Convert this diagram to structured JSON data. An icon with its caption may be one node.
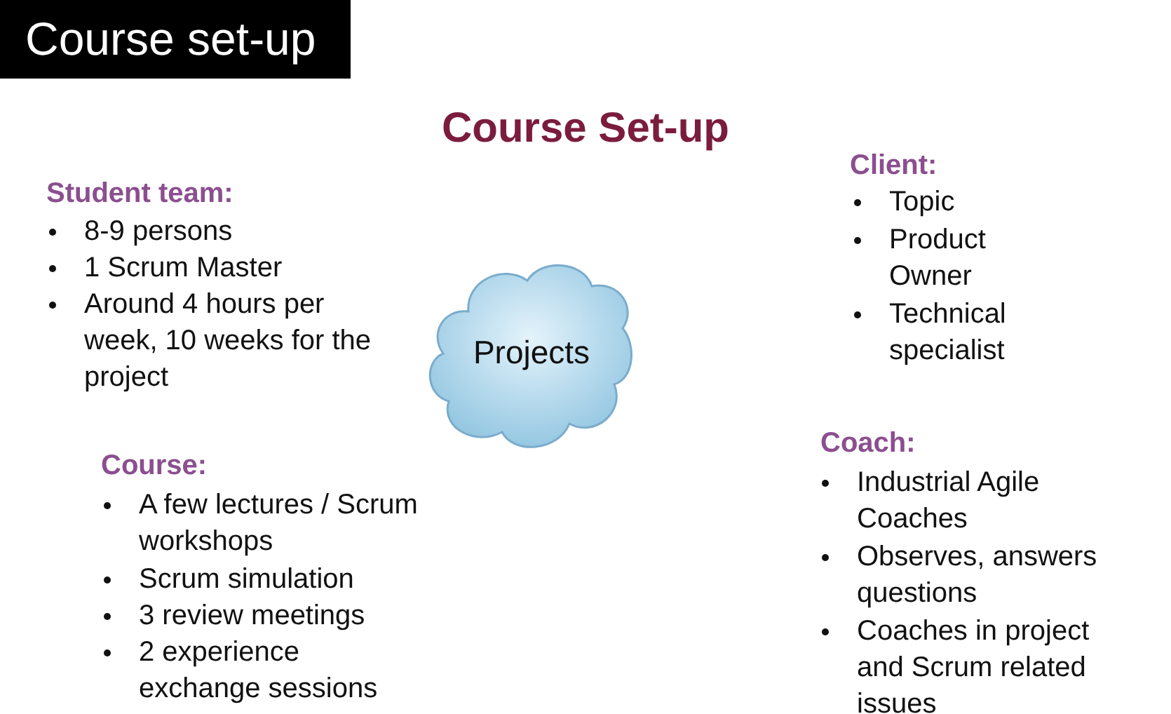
{
  "diagram": {
    "title": "Course Set-up",
    "nodes": [
      {
        "text": [
          "Course set-up"
        ]
      },
      {
        "text": [
          "Projects"
        ]
      }
    ],
    "edges": [],
    "labels": [
      "Student team:",
      "8-9 persons",
      "1 Scrum Master",
      "Around 4 hours per week, 10 weeks for the project",
      "Client:",
      "Topic",
      "Product Owner",
      "Technical specialist",
      "Course:",
      "A few lectures / Scrum workshops",
      "Scrum simulation",
      "3 review meetings",
      "2 experience exchange sessions",
      "Coach:",
      "Industrial Agile Coaches",
      "Observes, answers questions",
      "Coaches in project and Scrum related issues"
    ]
  }
}
